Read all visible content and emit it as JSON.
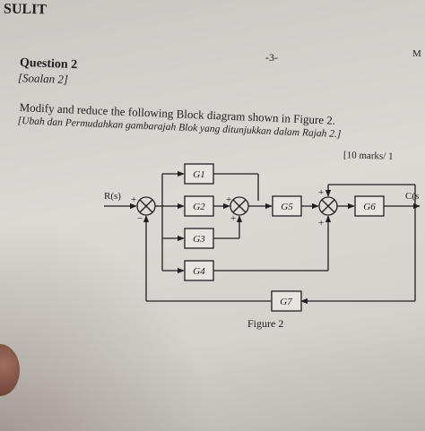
{
  "header": {
    "classification": "SULIT",
    "page_number": "-3-",
    "corner": "M"
  },
  "question": {
    "title": "Question 2",
    "title_ms": "[Soalan 2]",
    "instruction": "Modify and reduce the following Block diagram shown in Figure 2.",
    "instruction_ms": "[Ubah dan Permudahkan gambarajah Blok yang ditunjukkan dalam Rajah 2.]",
    "marks": "[10 marks/ 1"
  },
  "diagram": {
    "input": "R(s)",
    "output": "C(s",
    "blocks": [
      "G1",
      "G2",
      "G3",
      "G4",
      "G5",
      "G6",
      "G7"
    ],
    "signs": {
      "s1_top": "+",
      "s1_bottom": "−",
      "s2_left": "+",
      "s2_bottom": "+",
      "s3_top": "+",
      "s3_bottom": "+"
    },
    "caption": "Figure 2"
  }
}
